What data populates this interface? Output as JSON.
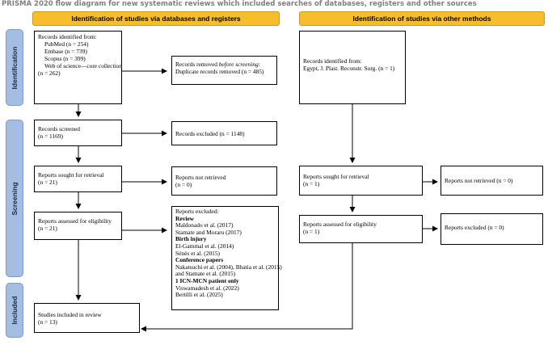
{
  "caption": "PRISMA 2020 flow diagram for new systematic reviews which included searches of databases, registers and other sources",
  "headers": {
    "databases": "Identification of studies via databases and registers",
    "other": "Identification of studies via other methods"
  },
  "phases": {
    "identification": "Identification",
    "screening": "Screening",
    "included": "Included"
  },
  "left": {
    "identified": {
      "title": "Records identified from:",
      "pubmed": "PubMed (n = 254)",
      "embase": "Embase (n = 739)",
      "scopus": "Scopus (n = 399)",
      "wos": "Web of science—core collection",
      "wos_n": "(n = 262)"
    },
    "removed": {
      "pre": "Records removed ",
      "em": "before screening",
      "post": ":",
      "duplicates": "Duplicate records removed (n = 485)"
    },
    "screened": {
      "l1": "Records screened",
      "l2": "(n = 1169)"
    },
    "excluded": {
      "l1": "Records excluded (n = 1148)"
    },
    "sought": {
      "l1": "Reports sought for retrieval",
      "l2": "(n = 21)"
    },
    "not_retrieved": {
      "l1": "Reports not retrieved",
      "l2": "(n = 0)"
    },
    "assessed": {
      "l1": "Reports assessed for eligibility",
      "l2": "(n = 21)"
    },
    "reports_excluded": {
      "title": "Reports excluded:",
      "review": "Review",
      "review_1": "Maldonado et al. (2017)",
      "review_2": "Stamate and Moraru (2017)",
      "birth": "Birth injury",
      "birth_1": "El-Gammal et al. (2014)",
      "birth_2": "Sénès et al. (2015)",
      "conf": "Conference papers",
      "conf_1": "Nakatsuchi et al. (2004), Bhatia et al. (2015)",
      "conf_2": "and Stamate et al. (2015)",
      "icn": "1 ICN-MCN patient only",
      "icn_1": "Viswamadesh et al. (2022)",
      "icn_2": "Bertilli et al. (2025)"
    },
    "included": {
      "l1": "Studies included in review",
      "l2": "(n = 13)"
    }
  },
  "right": {
    "identified": {
      "l1": "Records identified from:",
      "l2": "Egypt, J. Plast. Reconstr. Surg. (n = 1)"
    },
    "sought": {
      "l1": "Reports sought for retrieval",
      "l2": "(n = 1)"
    },
    "not_retrieved": {
      "l1": "Reports not retrieved (n = 0)"
    },
    "assessed": {
      "l1": "Reports assessed for eligibility",
      "l2": "(n = 1)"
    },
    "excluded": {
      "l1": "Reports excluded (n = 0)"
    }
  }
}
